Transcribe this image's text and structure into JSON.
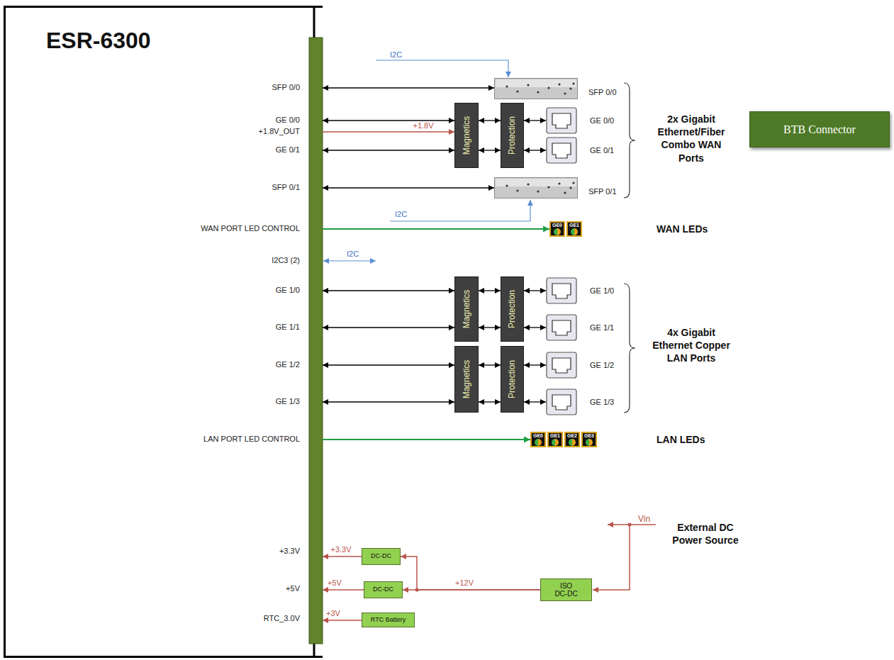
{
  "diagram": {
    "nodes": [
      {
        "text": [
          "ESR-6300"
        ]
      },
      {
        "text": [
          "SFP 0/0"
        ]
      },
      {
        "text": [
          "Magnetics"
        ]
      },
      {
        "text": [
          "Protection"
        ]
      },
      {
        "text": [
          "GE 0/0"
        ]
      },
      {
        "text": [
          "GE 0/1"
        ]
      },
      {
        "text": [
          "BTB Connector"
        ]
      },
      {
        "text": [
          "SFP 0/1"
        ]
      },
      {
        "text": [
          "GE0"
        ]
      },
      {
        "text": [
          "GE1"
        ]
      },
      {
        "text": [
          "Magnetics"
        ]
      },
      {
        "text": [
          "Protection"
        ]
      },
      {
        "text": [
          "GE 1/0"
        ]
      },
      {
        "text": [
          "GE 1/1"
        ]
      },
      {
        "text": [
          "Magnetics"
        ]
      },
      {
        "text": [
          "Protection"
        ]
      },
      {
        "text": [
          "GE 1/2"
        ]
      },
      {
        "text": [
          "GE 1/3"
        ]
      },
      {
        "text": [
          "GE0"
        ]
      },
      {
        "text": [
          "GE1"
        ]
      },
      {
        "text": [
          "GE2"
        ]
      },
      {
        "text": [
          "GE3"
        ]
      },
      {
        "text": [
          "DC-DC"
        ]
      },
      {
        "text": [
          "DC-DC"
        ]
      },
      {
        "text": [
          "ISO DC-DC"
        ]
      },
      {
        "text": [
          "RTC Battery"
        ]
      }
    ],
    "edges": [
      {
        "from": 0,
        "to": 1,
        "arrow": "both"
      },
      {
        "from": 0,
        "to": 2,
        "arrow": "both"
      },
      {
        "from": 0,
        "to": 2,
        "label": "+1.8V",
        "arrow": "to"
      },
      {
        "from": 0,
        "to": 2,
        "arrow": "both"
      },
      {
        "from": 2,
        "to": 3,
        "arrow": "both"
      },
      {
        "from": 2,
        "to": 3,
        "arrow": "both"
      },
      {
        "from": 3,
        "to": 4,
        "arrow": "both"
      },
      {
        "from": 3,
        "to": 5,
        "arrow": "both"
      },
      {
        "from": 0,
        "to": 7,
        "arrow": "both"
      },
      {
        "from": 0,
        "to": 8,
        "arrow": "to"
      },
      {
        "from": 0,
        "to": 10,
        "arrow": "both"
      },
      {
        "from": 0,
        "to": 10,
        "arrow": "both"
      },
      {
        "from": 10,
        "to": 11,
        "arrow": "both"
      },
      {
        "from": 10,
        "to": 11,
        "arrow": "both"
      },
      {
        "from": 11,
        "to": 12,
        "arrow": "both"
      },
      {
        "from": 11,
        "to": 13,
        "arrow": "both"
      },
      {
        "from": 0,
        "to": 14,
        "arrow": "both"
      },
      {
        "from": 0,
        "to": 14,
        "arrow": "both"
      },
      {
        "from": 14,
        "to": 15,
        "arrow": "both"
      },
      {
        "from": 14,
        "to": 15,
        "arrow": "both"
      },
      {
        "from": 15,
        "to": 16,
        "arrow": "both"
      },
      {
        "from": 15,
        "to": 17,
        "arrow": "both"
      },
      {
        "from": 0,
        "to": 18,
        "arrow": "to"
      },
      {
        "from": 22,
        "to": 0,
        "label": "+3.3V",
        "arrow": "to"
      },
      {
        "from": 23,
        "to": 0,
        "label": "+5V",
        "arrow": "to"
      },
      {
        "from": 24,
        "to": 23,
        "label": "+12V",
        "arrow": "to"
      },
      {
        "from": 24,
        "to": 22,
        "arrow": "to"
      },
      {
        "from": 25,
        "to": 0,
        "label": "+3V",
        "arrow": "to"
      }
    ],
    "labels": [
      "I2C",
      "SFP 0/0",
      "GE 0/0",
      "+1.8V_OUT",
      "GE 0/1",
      "SFP 0/1",
      "I2C",
      "WAN PORT LED CONTROL",
      "I2C3 (2)",
      "I2C",
      "2x Gigabit Ethernet/Fiber Combo WAN Ports",
      "WAN LEDs",
      "GE 1/0",
      "GE 1/1",
      "4x Gigabit Ethernet Copper LAN Ports",
      "GE 1/2",
      "GE 1/3",
      "LAN PORT LED CONTROL",
      "LAN LEDs",
      "Vin",
      "External DC Power Source",
      "+3.3V",
      "+5V",
      "RTC_3.0V"
    ]
  }
}
